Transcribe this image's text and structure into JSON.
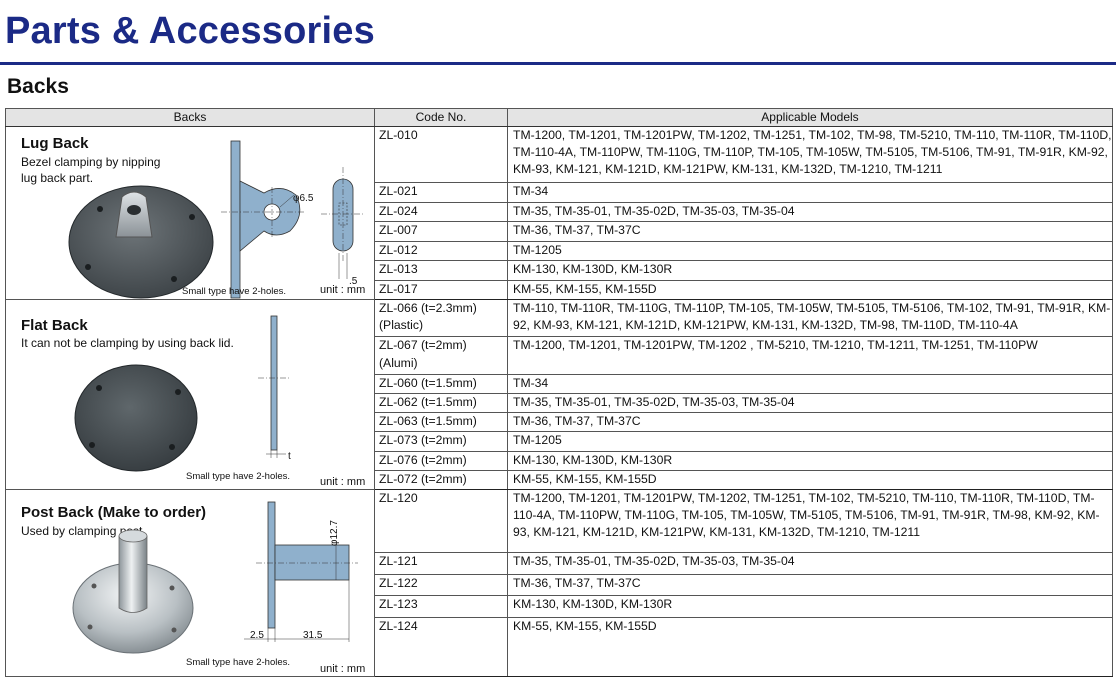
{
  "page": {
    "title": "Parts & Accessories",
    "section_title": "Backs"
  },
  "table": {
    "headers": {
      "backs": "Backs",
      "code": "Code No.",
      "models": "Applicable Models"
    },
    "groups": [
      {
        "name": "Lug Back",
        "desc_lines": [
          "Bezel clamping by nipping",
          "lug back part."
        ],
        "note": "Small type have 2-holes.",
        "unit": "unit : mm",
        "dims": [
          "φ6.5",
          ".5"
        ],
        "rows": [
          {
            "code": "ZL-010",
            "models": "TM-1200, TM-1201, TM-1201PW, TM-1202, TM-1251, TM-102, TM-98, TM-5210, TM-110, TM-110R, TM-110D, TM-110-4A, TM-110PW, TM-110G, TM-110P, TM-105, TM-105W, TM-5105, TM-5106, TM-91, TM-91R, KM-92, KM-93, KM-121, KM-121D, KM-121PW, KM-131, KM-132D, TM-1210, TM-1211"
          },
          {
            "code": "ZL-021",
            "models": "TM-34"
          },
          {
            "code": "ZL-024",
            "models": "TM-35, TM-35-01, TM-35-02D, TM-35-03, TM-35-04"
          },
          {
            "code": "ZL-007",
            "models": "TM-36, TM-37, TM-37C"
          },
          {
            "code": "ZL-012",
            "models": "TM-1205"
          },
          {
            "code": "ZL-013",
            "models": "KM-130, KM-130D, KM-130R"
          },
          {
            "code": "ZL-017",
            "models": "KM-55, KM-155, KM-155D"
          }
        ]
      },
      {
        "name": "Flat Back",
        "desc_lines": [
          "It can not be clamping by using back lid."
        ],
        "note": "Small type have 2-holes.",
        "unit": "unit : mm",
        "dims": [
          "t"
        ],
        "rows": [
          {
            "code": "ZL-066 (t=2.3mm)",
            "code2": "(Plastic)",
            "models": "TM-110, TM-110R, TM-110G, TM-110P, TM-105, TM-105W, TM-5105, TM-5106, TM-102, TM-91, TM-91R, KM-92, KM-93, KM-121, KM-121D, KM-121PW, KM-131, KM-132D, TM-98, TM-110D, TM-110-4A"
          },
          {
            "code": "ZL-067 (t=2mm)",
            "code2": "(Alumi)",
            "models": "TM-1200, TM-1201, TM-1201PW, TM-1202 , TM-5210, TM-1210, TM-1211, TM-1251, TM-110PW"
          },
          {
            "code": "ZL-060 (t=1.5mm)",
            "models": "TM-34"
          },
          {
            "code": "ZL-062 (t=1.5mm)",
            "models": "TM-35, TM-35-01, TM-35-02D, TM-35-03, TM-35-04"
          },
          {
            "code": "ZL-063 (t=1.5mm)",
            "models": "TM-36, TM-37, TM-37C"
          },
          {
            "code": "ZL-073 (t=2mm)",
            "models": "TM-1205"
          },
          {
            "code": "ZL-076 (t=2mm)",
            "models": "KM-130, KM-130D, KM-130R"
          },
          {
            "code": "ZL-072 (t=2mm)",
            "models": "KM-55, KM-155, KM-155D"
          }
        ]
      },
      {
        "name": "Post Back (Make to order)",
        "desc_lines": [
          "Used by clamping post."
        ],
        "note": "Small type have 2-holes.",
        "unit": "unit : mm",
        "dims": [
          "φ12.7",
          "2.5",
          "31.5"
        ],
        "rows": [
          {
            "code": "ZL-120",
            "models": "TM-1200,  TM-1201, TM-1201PW, TM-1202, TM-1251, TM-102, TM-5210, TM-110, TM-110R, TM-110D, TM-110-4A, TM-110PW, TM-110G, TM-105, TM-105W, TM-5105, TM-5106, TM-91, TM-91R, TM-98, KM-92, KM-93, KM-121, KM-121D, KM-121PW, KM-131, KM-132D, TM-1210, TM-1211"
          },
          {
            "code": "ZL-121",
            "models": "TM-35, TM-35-01, TM-35-02D, TM-35-03, TM-35-04"
          },
          {
            "code": "ZL-122",
            "models": "TM-36, TM-37, TM-37C"
          },
          {
            "code": "ZL-123",
            "models": "KM-130, KM-130D, KM-130R"
          },
          {
            "code": "ZL-124",
            "models": "KM-55, KM-155, KM-155D"
          }
        ]
      }
    ]
  }
}
